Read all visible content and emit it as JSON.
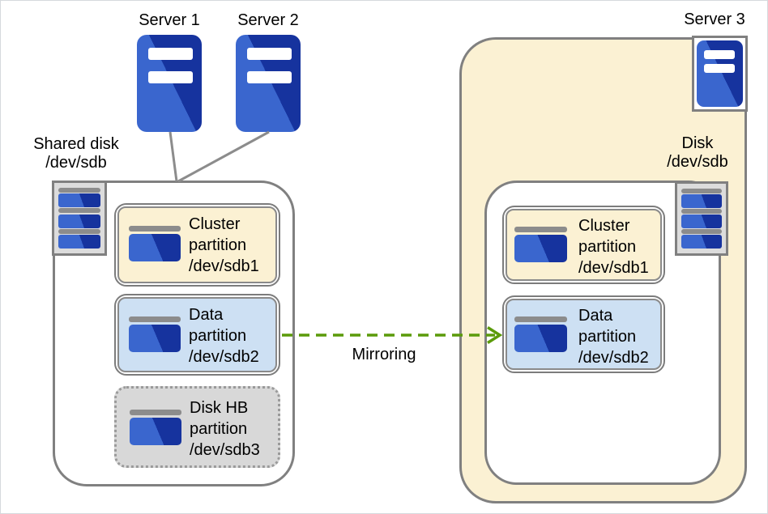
{
  "labels": {
    "server1": "Server 1",
    "server2": "Server 2",
    "server3": "Server 3",
    "shared_disk": {
      "line1": "Shared disk",
      "line2": "/dev/sdb"
    },
    "disk": {
      "line1": "Disk",
      "line2": "/dev/sdb"
    },
    "mirroring": "Mirroring"
  },
  "shared_disk_partitions": {
    "cluster": {
      "line1": "Cluster",
      "line2": "partition",
      "line3": "/dev/sdb1"
    },
    "data": {
      "line1": "Data",
      "line2": "partition",
      "line3": "/dev/sdb2"
    },
    "disk_hb": {
      "line1": "Disk HB",
      "line2": "partition",
      "line3": "/dev/sdb3"
    }
  },
  "server3_disk_partitions": {
    "cluster": {
      "line1": "Cluster",
      "line2": "partition",
      "line3": "/dev/sdb1"
    },
    "data": {
      "line1": "Data",
      "line2": "partition",
      "line3": "/dev/sdb2"
    }
  },
  "connections": [
    {
      "from": "server1",
      "to": "shared-disk-container",
      "style": "solid-gray-line"
    },
    {
      "from": "server2",
      "to": "shared-disk-container",
      "style": "solid-gray-line"
    },
    {
      "from": "shared-disk-data-partition",
      "to": "server3-data-partition",
      "label": "Mirroring",
      "style": "dashed-green-arrow"
    }
  ],
  "icons": {
    "server": "server-icon",
    "disk": "disk-stack-icon",
    "partition": "drive-icon",
    "mirroring_arrow": "dashed-arrow-right-icon"
  },
  "colors": {
    "partition_cluster_fill": "#FBF1D3",
    "partition_data_fill": "#CDE0F3",
    "partition_diskhb_fill": "#D8D8D8",
    "container_border": "#808080",
    "server_blue_light": "#3A66CE",
    "server_blue_dark": "#16339E",
    "bar_gray": "#8C8C8C",
    "mirroring_green": "#5B9B0A",
    "connector_gray": "#8C8C8C"
  }
}
